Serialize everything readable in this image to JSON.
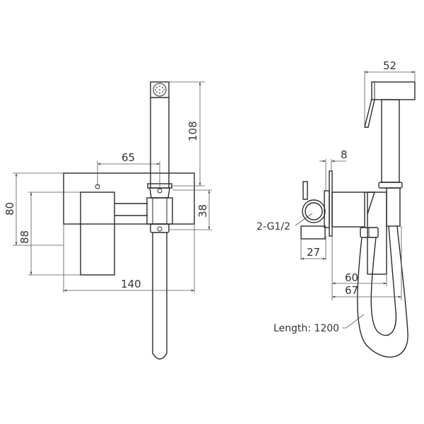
{
  "diagram": {
    "title": "Bidet sprayer concealed valve technical drawing",
    "units": "mm",
    "line_color": "#2a2a2a",
    "dimension_color": "#555555",
    "front_view": {
      "dimensions": {
        "spray_head_height": "108",
        "center_spacing": "65",
        "plate_height": "80",
        "handle_height": "88",
        "nut_height": "38",
        "plate_width": "140"
      }
    },
    "side_view": {
      "dimensions": {
        "spray_head_width": "52",
        "plate_thickness": "8",
        "inlet_thread": "2-G1/2",
        "body_depth": "27",
        "projection_60": "60",
        "projection_67": "67",
        "hose_length": "Length: 1200"
      }
    }
  }
}
